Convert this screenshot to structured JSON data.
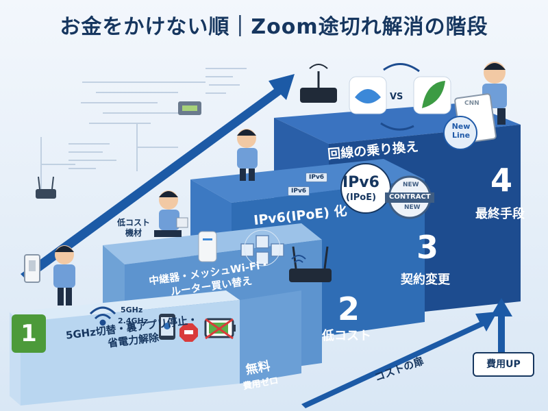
{
  "title": "お金をかけない順｜Zoom途切れ解消の階段",
  "steps": [
    {
      "number": "1",
      "label_line1": "5GHz切替・裏アプリ停止・",
      "label_line2": "省電力解除",
      "cost_main": "無料",
      "cost_sub": "費用ゼロ"
    },
    {
      "number": "2",
      "label_line1": "中継器・メッシュWi-Fi・",
      "label_line2": "ルーター買い替え",
      "cost": "低コスト"
    },
    {
      "number": "3",
      "label": "IPv6(IPoE) 化",
      "cost": "契約変更"
    },
    {
      "number": "4",
      "label": "回線の乗り換え",
      "cost": "最終手段"
    }
  ],
  "annotations": {
    "wifi_5ghz": "5GHz",
    "wifi_24ghz": "2.4GHz",
    "low_cost_gear_line1": "低コスト",
    "low_cost_gear_line2": "機材",
    "ipv6_chip": "IPv6",
    "ipv6_big": "IPv6",
    "ipoe": "(IPoE)",
    "stamp_top": "NEW",
    "stamp_mid": "CONTRACT",
    "stamp_bottom": "NEW",
    "vs": "VS",
    "new_line_1": "New",
    "new_line_2": "Line",
    "cnn": "CNN",
    "cost_slope": "コストの扉",
    "cost_up": "費用UP"
  },
  "colors": {
    "title": "#16365f",
    "step1": "#b9d6f0",
    "step2": "#5d94cf",
    "step3": "#2f6db5",
    "step4": "#1d4c8f",
    "badge_green": "#4c9a3a",
    "arrow": "#1c5aa6"
  },
  "icons": [
    "wifi-icon",
    "router-icon",
    "smartphone-icon",
    "stop-icon",
    "battery-off-icon",
    "mesh-cube-icon",
    "wifi-extender-icon",
    "person-icon",
    "switch-icon",
    "contract-document-icon",
    "arrow-up-icon"
  ]
}
